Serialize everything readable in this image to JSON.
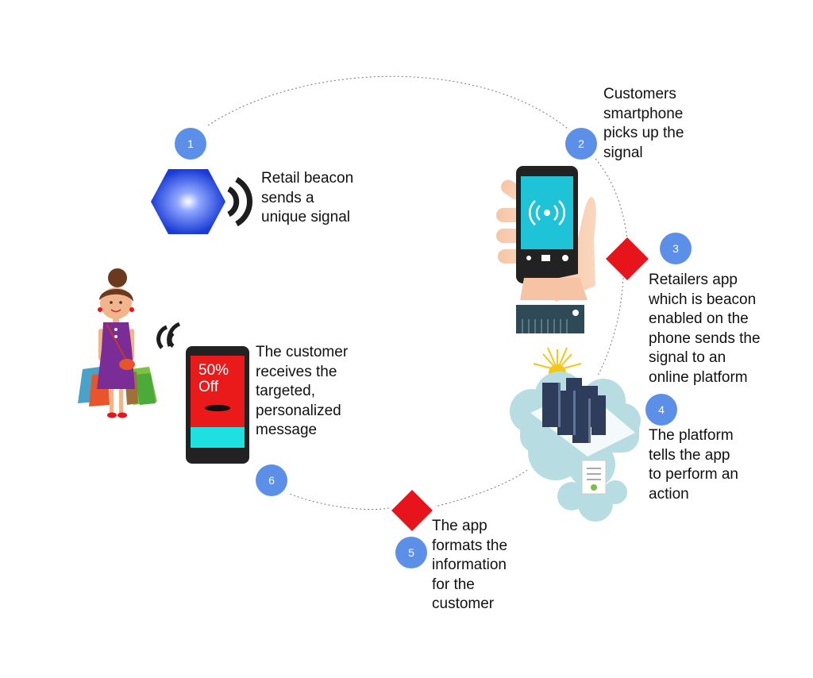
{
  "steps": [
    {
      "number": "1",
      "text": "Retail beacon\nsends a\nunique signal"
    },
    {
      "number": "2",
      "text": "Customers\nsmartphone\npicks up the\nsignal"
    },
    {
      "number": "3",
      "text": "Retailers app\nwhich is beacon\nenabled on the\nphone sends the\nsignal to an\nonline platform"
    },
    {
      "number": "4",
      "text": "The platform\ntells the app\nto perform an\naction"
    },
    {
      "number": "5",
      "text": "The app\nformats the\ninformation\nfor the\ncustomer"
    },
    {
      "number": "6",
      "text": "The customer\nreceives the\ntargeted,\npersonalized\nmessage"
    }
  ],
  "promo_text": "50%\nOff",
  "colors": {
    "badge": "#5b8fe8",
    "diamond": "#e8141c",
    "beacon": "#1a3cd6",
    "phone_screen": "#1fc3d8",
    "promo_red": "#ea1a1a",
    "dress": "#7a2d96"
  },
  "icons": [
    "beacon-hexagon-icon",
    "smartphone-hand-icon",
    "cloud-server-icon",
    "shopper-woman-icon",
    "promo-phone-icon",
    "signal-waves-icon",
    "decision-diamond-icon"
  ]
}
